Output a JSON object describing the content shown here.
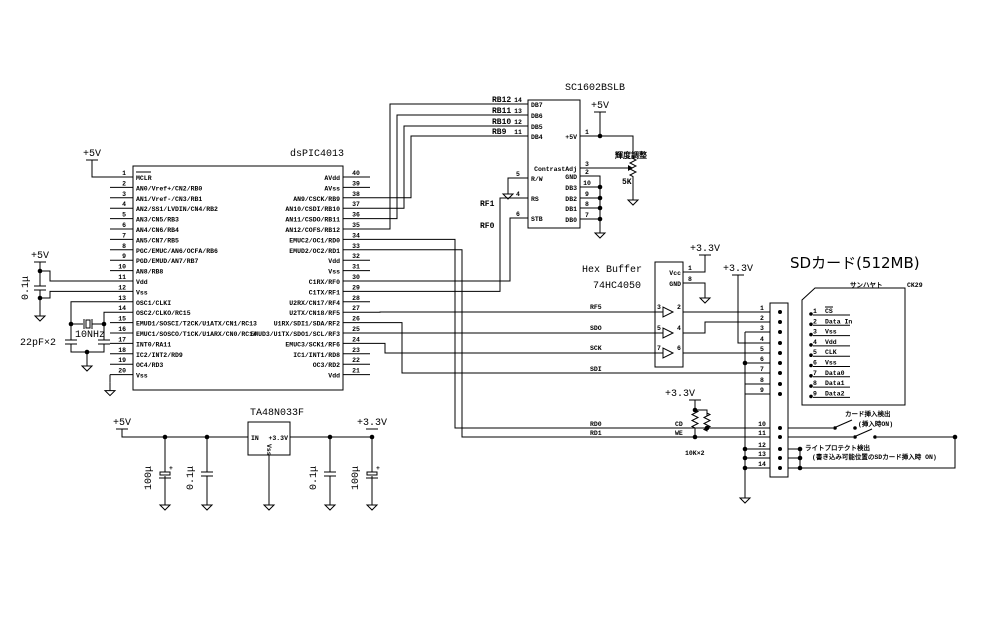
{
  "power": {
    "p5v": "+5V",
    "p33v": "+3.3V"
  },
  "mcu": {
    "title": "dsPIC4013",
    "left_pins": [
      {
        "num": "1",
        "name": "MCLR"
      },
      {
        "num": "2",
        "name": "AN0/Vref+/CN2/RB0"
      },
      {
        "num": "3",
        "name": "AN1/Vref-/CN3/RB1"
      },
      {
        "num": "4",
        "name": "AN2/SS1/LVDIN/CN4/RB2"
      },
      {
        "num": "5",
        "name": "AN3/CN5/RB3"
      },
      {
        "num": "6",
        "name": "AN4/CN6/RB4"
      },
      {
        "num": "7",
        "name": "AN5/CN7/RB5"
      },
      {
        "num": "8",
        "name": "PGC/EMUC/AN6/OCFA/RB6"
      },
      {
        "num": "9",
        "name": "PGD/EMUD/AN7/RB7"
      },
      {
        "num": "10",
        "name": "AN8/RB8"
      },
      {
        "num": "11",
        "name": "Vdd"
      },
      {
        "num": "12",
        "name": "Vss"
      },
      {
        "num": "13",
        "name": "OSC1/CLKI"
      },
      {
        "num": "14",
        "name": "OSC2/CLKO/RC15"
      },
      {
        "num": "15",
        "name": "EMUD1/SOSCI/T2CK/U1ATX/CN1/RC13"
      },
      {
        "num": "16",
        "name": "EMUC1/SOSCO/T1CK/U1ARX/CN0/RC14"
      },
      {
        "num": "17",
        "name": "INT0/RA11"
      },
      {
        "num": "18",
        "name": "IC2/INT2/RD9"
      },
      {
        "num": "19",
        "name": "OC4/RD3"
      },
      {
        "num": "20",
        "name": "Vss"
      }
    ],
    "right_pins": [
      {
        "num": "40",
        "name": "AVdd"
      },
      {
        "num": "39",
        "name": "AVss"
      },
      {
        "num": "38",
        "name": "AN9/CSCK/RB9"
      },
      {
        "num": "37",
        "name": "AN10/CSDI/RB10"
      },
      {
        "num": "36",
        "name": "AN11/CSDO/RB11"
      },
      {
        "num": "35",
        "name": "AN12/COFS/RB12"
      },
      {
        "num": "34",
        "name": "EMUC2/OC1/RD0"
      },
      {
        "num": "33",
        "name": "EMUD2/OC2/RD1"
      },
      {
        "num": "32",
        "name": "Vdd"
      },
      {
        "num": "31",
        "name": "Vss"
      },
      {
        "num": "30",
        "name": "C1RX/RF0"
      },
      {
        "num": "29",
        "name": "C1TX/RF1"
      },
      {
        "num": "28",
        "name": "U2RX/CN17/RF4"
      },
      {
        "num": "27",
        "name": "U2TX/CN18/RF5"
      },
      {
        "num": "26",
        "name": "U1RX/SDI1/SDA/RF2"
      },
      {
        "num": "25",
        "name": "EMUD3/U1TX/SDO1/SCL/RF3"
      },
      {
        "num": "24",
        "name": "EMUC3/SCK1/RF6"
      },
      {
        "num": "23",
        "name": "IC1/INT1/RD8"
      },
      {
        "num": "22",
        "name": "OC3/RD2"
      },
      {
        "num": "21",
        "name": "Vdd"
      }
    ]
  },
  "lcd": {
    "title": "SC1602BSLB",
    "left_pins": [
      {
        "num": "14",
        "name": "DB7",
        "net": "RB12"
      },
      {
        "num": "13",
        "name": "DB6",
        "net": "RB11"
      },
      {
        "num": "12",
        "name": "DB5",
        "net": "RB10"
      },
      {
        "num": "11",
        "name": "DB4",
        "net": "RB9"
      },
      {
        "num": "5",
        "name": "R/W"
      },
      {
        "num": "4",
        "name": "RS",
        "net": "RF1"
      },
      {
        "num": "6",
        "name": "STB",
        "net": "RF0"
      }
    ],
    "right_pins": [
      {
        "num": "1",
        "name": "+5V"
      },
      {
        "num": "3",
        "name": "ContrastAdj"
      },
      {
        "num": "2",
        "name": "GND"
      },
      {
        "num": "10",
        "name": "DB3"
      },
      {
        "num": "9",
        "name": "DB2"
      },
      {
        "num": "8",
        "name": "DB1"
      },
      {
        "num": "7",
        "name": "DB0"
      }
    ],
    "pot_label": "輝度調整",
    "pot_value": "5K"
  },
  "buffer": {
    "title": "Hex Buffer",
    "part": "74HC4050",
    "vcc": {
      "num": "1",
      "name": "Vcc"
    },
    "gnd": {
      "num": "8",
      "name": "GND"
    },
    "gates": [
      {
        "in": "3",
        "out": "2",
        "net": "RF5"
      },
      {
        "in": "5",
        "out": "4",
        "net": "SDO"
      },
      {
        "in": "7",
        "out": "6",
        "net": "SCK"
      }
    ]
  },
  "nets": {
    "sdi": "SDI",
    "rd0": "RD0",
    "rd1": "RD1",
    "cd": "CD",
    "we": "WE"
  },
  "pullups": {
    "label": "10K×2"
  },
  "connector": {
    "pins": [
      "1",
      "2",
      "3",
      "4",
      "5",
      "6",
      "7",
      "8",
      "9",
      "10",
      "11",
      "12",
      "13",
      "14"
    ]
  },
  "sdcard": {
    "title": "SDカード(512MB)",
    "maker": "サンハヤト",
    "model": "CK29",
    "pins": [
      {
        "num": "1",
        "name": "CS"
      },
      {
        "num": "2",
        "name": "Data In"
      },
      {
        "num": "3",
        "name": "Vss"
      },
      {
        "num": "4",
        "name": "Vdd"
      },
      {
        "num": "5",
        "name": "CLK"
      },
      {
        "num": "6",
        "name": "Vss"
      },
      {
        "num": "7",
        "name": "Data0"
      },
      {
        "num": "8",
        "name": "Data1"
      },
      {
        "num": "9",
        "name": "Data2"
      }
    ]
  },
  "switches": {
    "cd_label": "カード挿入検出",
    "cd_note": "(挿入時ON)",
    "wp_label": "ライトプロテクト検出",
    "wp_note": "(書き込み可能位置のSDカード挿入時 ON)"
  },
  "regulator": {
    "title": "TA48N033F",
    "in": "IN",
    "out": "+3.3V",
    "gnd": "Vss",
    "caps": [
      "100μ",
      "0.1μ",
      "0.1μ",
      "100μ"
    ]
  },
  "mcu_support": {
    "decoupling": "0.1μ",
    "crystal": "10NHz",
    "load_caps": "22pF×2"
  }
}
